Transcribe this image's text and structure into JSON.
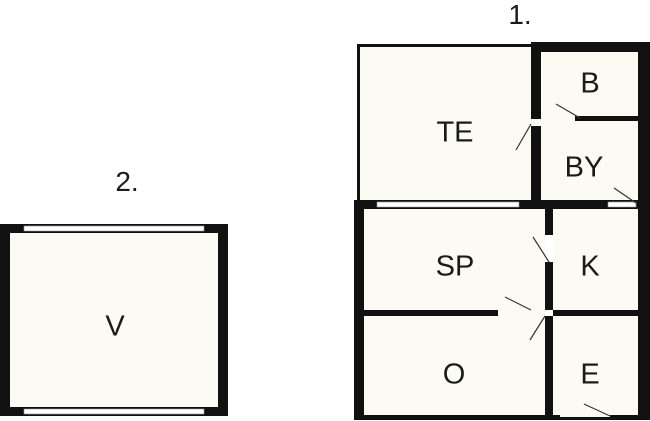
{
  "floor_labels": {
    "floor_1": "1.",
    "floor_2": "2."
  },
  "rooms": {
    "te": "TE",
    "b": "B",
    "by": "BY",
    "sp": "SP",
    "k": "K",
    "o": "O",
    "e": "E",
    "v": "V"
  },
  "colors": {
    "wall": "#111111",
    "room_fill": "#fbfbf3",
    "window": "#ffffff",
    "door_swing": "#333333"
  }
}
